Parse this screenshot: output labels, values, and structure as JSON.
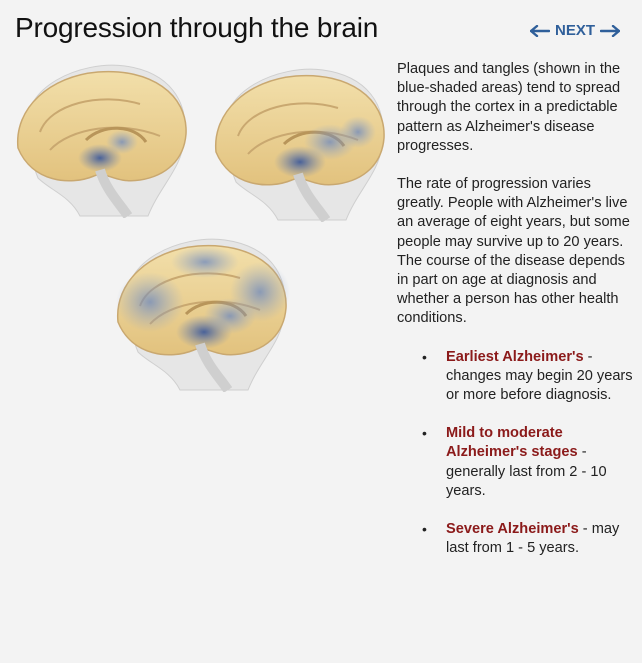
{
  "header": {
    "title": "Progression through the brain",
    "next_label": "NEXT"
  },
  "icons": {
    "prev": "arrow-left-icon",
    "next": "arrow-right-icon"
  },
  "colors": {
    "link": "#2f5f9a",
    "stage_title": "#8b1a1a",
    "brain_tissue": "#e9cf93",
    "plaque_shading": "#4a68a8"
  },
  "content": {
    "intro_paragraph": "Plaques and tangles (shown in the blue-shaded areas) tend to spread through the cortex in a predictable pattern as Alzheimer's disease progresses.",
    "rate_paragraph": "The rate of progression varies greatly. People with Alzheimer's live an average of eight years, but some people may survive up to 20 years. The course of the disease depends in part on age at diagnosis and whether a person has other health conditions.",
    "stages": [
      {
        "title": "Earliest Alzheimer's",
        "desc": " - changes may begin 20 years or more before diagnosis."
      },
      {
        "title": "Mild to moderate Alzheimer's stages",
        "desc": " - generally last from 2 - 10 years."
      },
      {
        "title": "Severe Alzheimer's",
        "desc": " - may last from 1 - 5 years."
      }
    ]
  }
}
